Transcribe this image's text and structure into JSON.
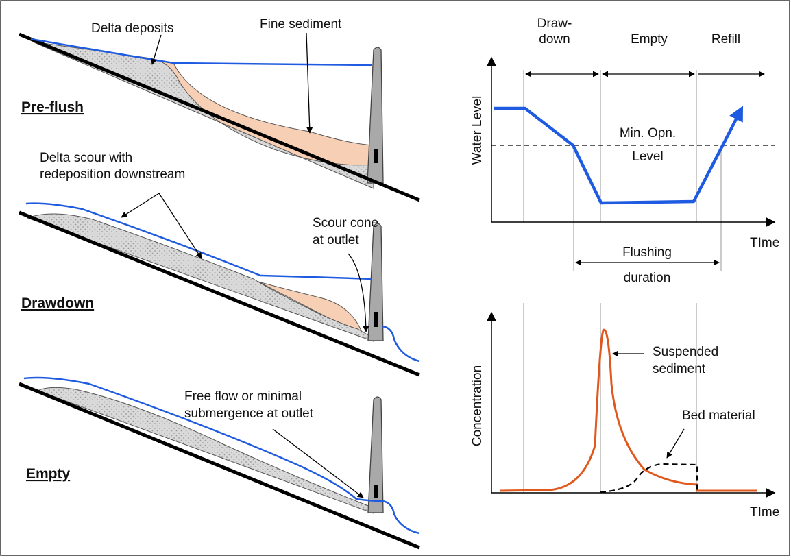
{
  "colors": {
    "water": "#1f5be0",
    "fine_sediment": "#f6cfb5",
    "delta_fill": "#d7d7d7",
    "dam": "#a9a9a9",
    "bed": "#000000",
    "suspended_curve": "#e0581c",
    "bed_material_curve": "#000000"
  },
  "icons": [
    "dam-icon",
    "outlet-gate-icon"
  ],
  "left_panel": {
    "stages": [
      {
        "title": "Pre-flush",
        "labels": {
          "delta": "Delta deposits",
          "fine": "Fine sediment"
        }
      },
      {
        "title": "Drawdown",
        "labels": {
          "scour_1": "Delta scour with",
          "scour_2": "redeposition downstream",
          "cone_1": "Scour cone",
          "cone_2": "at outlet"
        }
      },
      {
        "title": "Empty",
        "labels": {
          "free_1": "Free flow or minimal",
          "free_2": "submergence at outlet"
        }
      }
    ]
  },
  "top_chart": {
    "ylabel": "Water Level",
    "xlabel": "TIme",
    "phases": {
      "drawdown_1": "Draw-",
      "drawdown_2": "down",
      "empty": "Empty",
      "refill": "Refill"
    },
    "min_level_1": "Min. Opn.",
    "min_level_2": "Level",
    "flushing_1": "Flushing",
    "flushing_2": "duration"
  },
  "bottom_chart": {
    "ylabel": "Concentration",
    "xlabel": "TIme",
    "suspended_1": "Suspended",
    "suspended_2": "sediment",
    "bed_material": "Bed material"
  }
}
